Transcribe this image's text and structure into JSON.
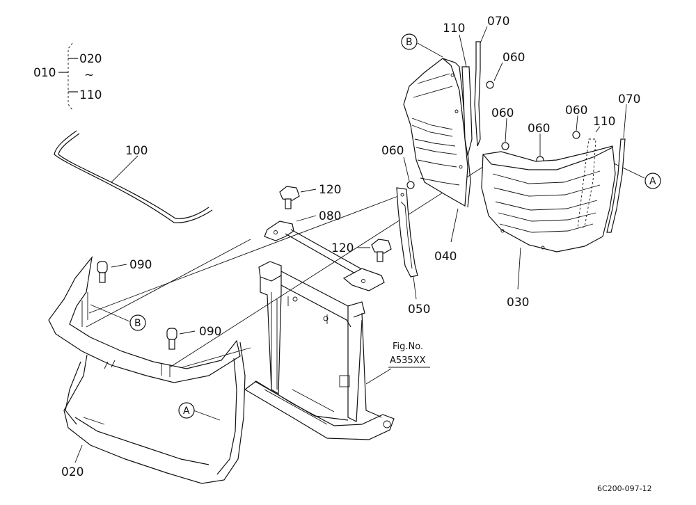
{
  "group": {
    "parent": "010",
    "range_start": "020",
    "range_sep": "~",
    "range_end": "110"
  },
  "parts": {
    "p020": "020",
    "p030": "030",
    "p040": "040",
    "p050": "050",
    "p060a": "060",
    "p060b": "060",
    "p060c": "060",
    "p060d": "060",
    "p060e": "060",
    "p070a": "070",
    "p070b": "070",
    "p080": "080",
    "p090a": "090",
    "p090b": "090",
    "p100": "100",
    "p110a": "110",
    "p110b": "110",
    "p120a": "120",
    "p120b": "120"
  },
  "refs": {
    "a1": "A",
    "a2": "A",
    "b1": "B",
    "b2": "B"
  },
  "fig": {
    "line1": "Fig.No.",
    "line2": "A535XX"
  },
  "drawing_code": "6C200-097-12"
}
